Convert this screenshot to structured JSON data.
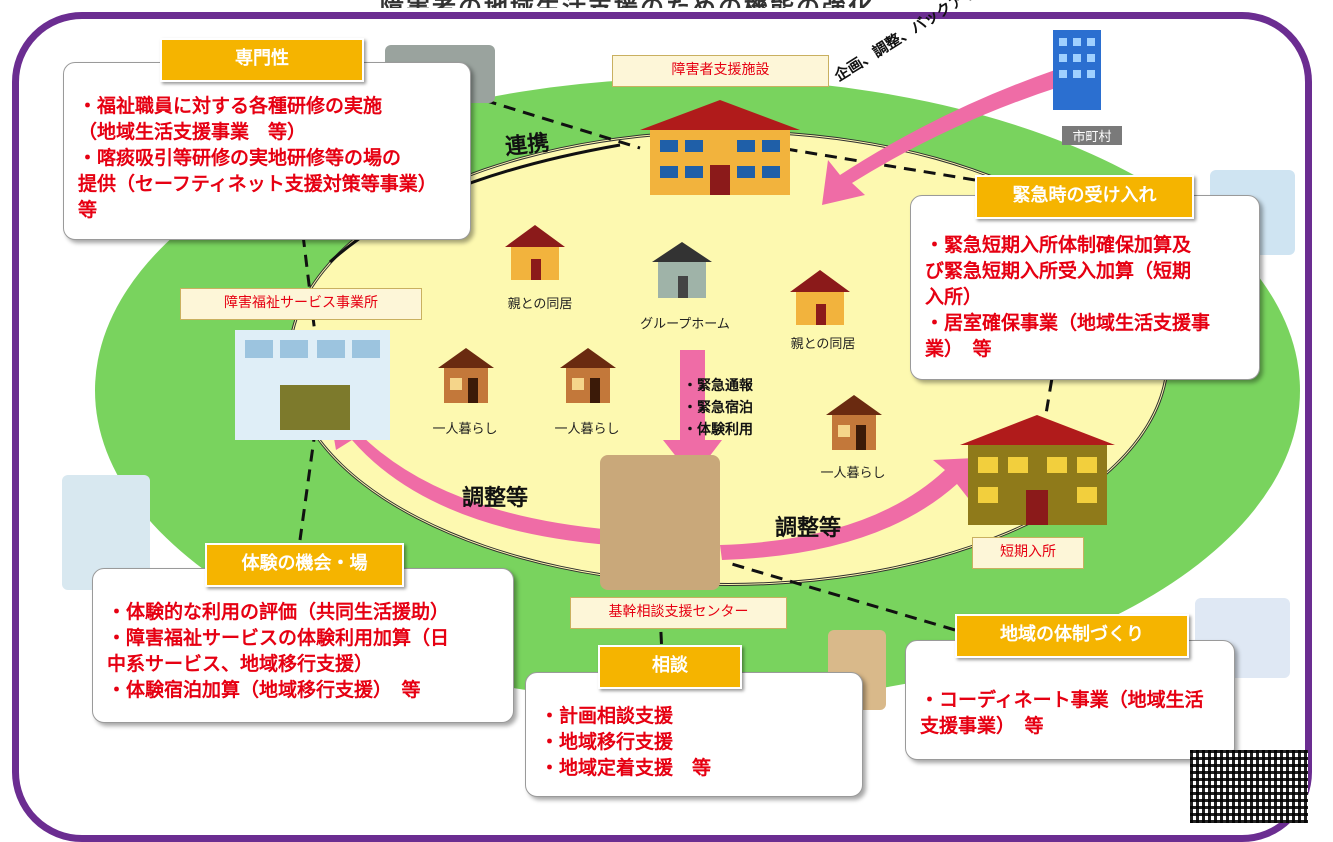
{
  "top_caption": "障害者の地域生活支援のための機能の強化",
  "nodes": {
    "facility": "障害者支援施設",
    "municipality": "市町村",
    "office": "障害福祉サービス事業所",
    "parents_home_1": "親との同居",
    "group_home": "グループホーム",
    "parents_home_2": "親との同居",
    "alone_1": "一人暮らし",
    "alone_2": "一人暮らし",
    "alone_3": "一人暮らし",
    "short_stay": "短期入所",
    "center": "基幹相談支援センター"
  },
  "links": {
    "renkei": "連携",
    "planning": "企画、調整、バックアップ",
    "adjust_left": "調整等",
    "adjust_right": "調整等"
  },
  "services": [
    "・緊急通報",
    "・緊急宿泊",
    "・体験利用"
  ],
  "boxes": {
    "expertise": {
      "title": "専門性",
      "lines": [
        "・福祉職員に対する各種研修の実施",
        "（地域生活支援事業　等）",
        "・喀痰吸引等研修の実地研修等の場の",
        "提供（セーフティネット支援対策等事業）",
        "等"
      ]
    },
    "emergency": {
      "title": "緊急時の受け入れ",
      "lines": [
        "・緊急短期入所体制確保加算及",
        "び緊急短期入所受入加算（短期",
        "入所）",
        "・居室確保事業（地域生活支援事",
        "業）　等"
      ]
    },
    "experience": {
      "title": "体験の機会・場",
      "lines": [
        "・体験的な利用の評価（共同生活援助）",
        "・障害福祉サービスの体験利用加算（日",
        "中系サービス、地域移行支援）",
        "・体験宿泊加算（地域移行支援）　等"
      ]
    },
    "consultation": {
      "title": "相談",
      "lines": [
        "・計画相談支援",
        "・地域移行支援",
        "・地域定着支援　等"
      ]
    },
    "community": {
      "title": "地域の体制づくり",
      "lines": [
        "・コーディネート事業（地域生活",
        "支援事業）　等"
      ]
    }
  },
  "colors": {
    "frame": "#6b2d91",
    "outer_oval": "#79d35e",
    "inner_oval": "#fdf9b0",
    "tag": "#f5b400",
    "text_red": "#e60012",
    "arrow_pink": "#ef6ca6"
  }
}
